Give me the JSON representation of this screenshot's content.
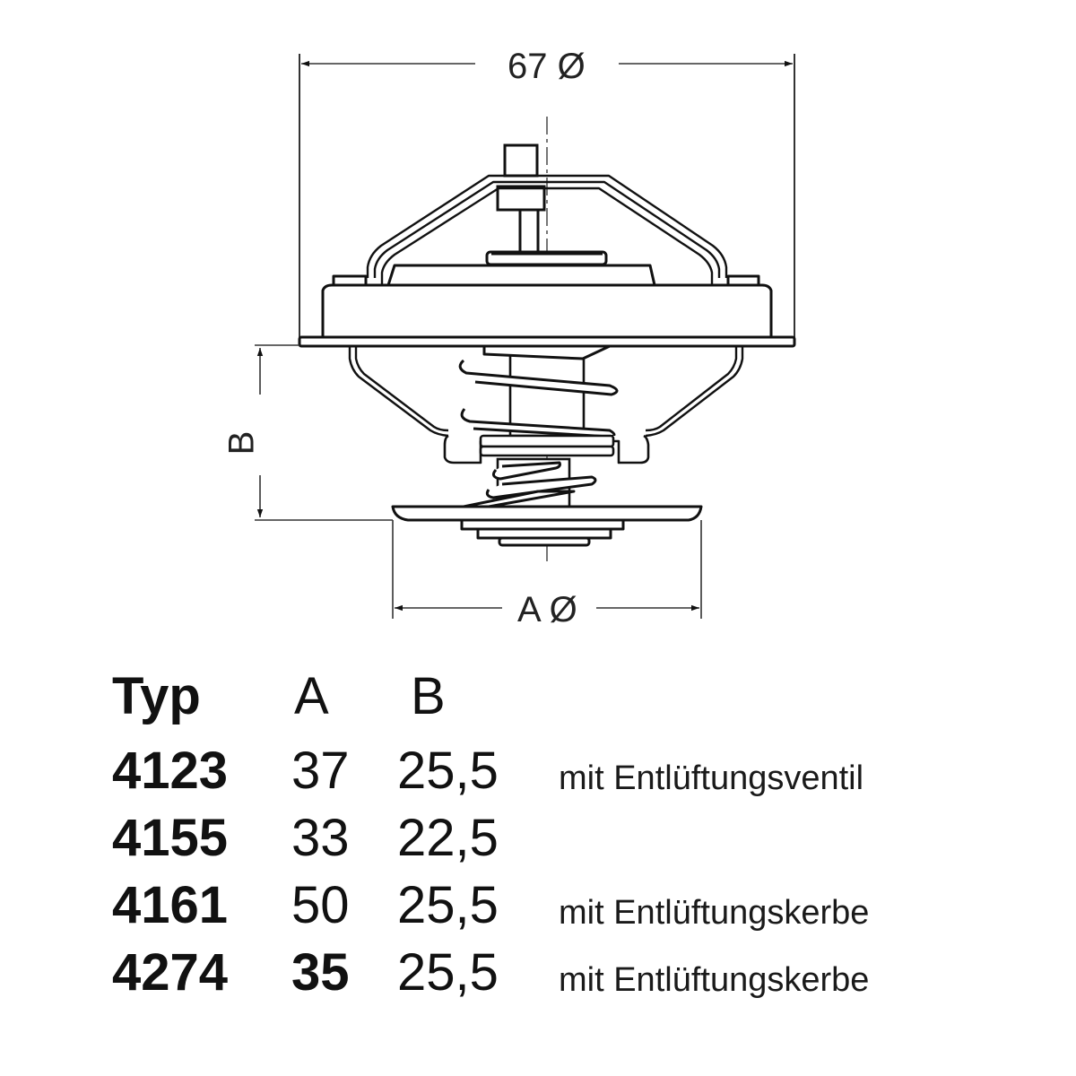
{
  "diagram": {
    "subject": "Thermostat dimension drawing",
    "dimensions": {
      "top_diameter_label": "67 Ø",
      "valve_diameter_label": "A Ø",
      "height_label": "B"
    },
    "colors": {
      "line": "#1a1a1a",
      "background": "#ffffff",
      "dimension_line": "#333333"
    }
  },
  "table": {
    "headers": {
      "typ": "Typ",
      "a": "A",
      "b": "B"
    },
    "rows": [
      {
        "typ": "4123",
        "a": "37",
        "b": "25,5",
        "note": "mit Entlüftungsventil",
        "a_bold": false
      },
      {
        "typ": "4155",
        "a": "33",
        "b": "22,5",
        "note": "",
        "a_bold": false
      },
      {
        "typ": "4161",
        "a": "50",
        "b": "25,5",
        "note": "mit Entlüftungskerbe",
        "a_bold": false
      },
      {
        "typ": "4274",
        "a": "35",
        "b": "25,5",
        "note": "mit Entlüftungskerbe",
        "a_bold": true
      }
    ]
  }
}
